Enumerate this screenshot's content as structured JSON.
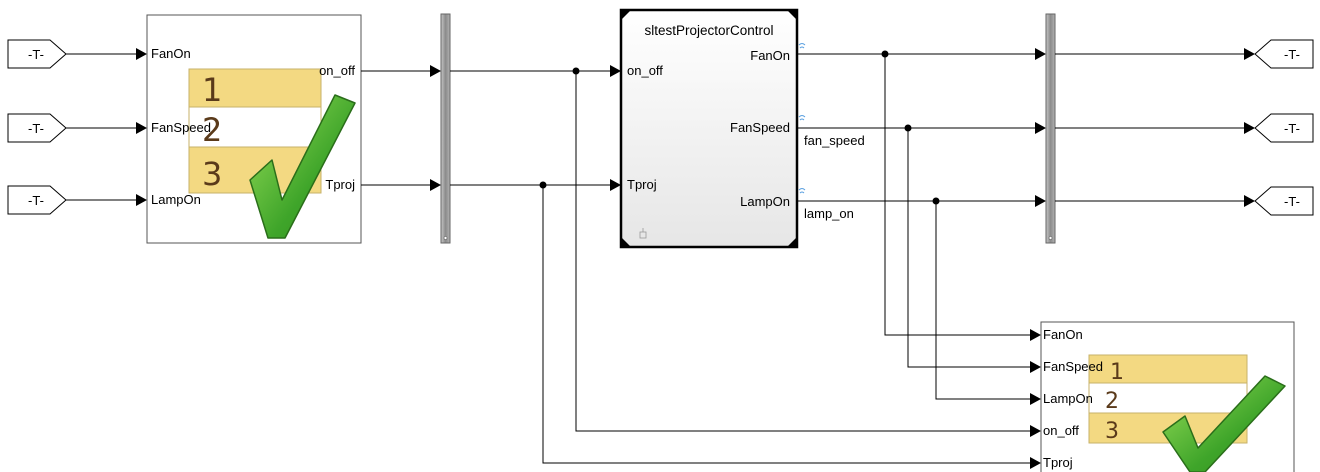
{
  "goto_tag": "-T-",
  "from_tag": "-T-",
  "test_sequence_1": {
    "inports": [
      "FanOn",
      "FanSpeed",
      "LampOn"
    ],
    "outports": [
      "on_off",
      "Tproj"
    ],
    "icon_numbers": [
      "1",
      "2",
      "3"
    ]
  },
  "controller": {
    "title": "sltestProjectorControl",
    "inports": [
      "on_off",
      "Tproj"
    ],
    "outports": [
      "FanOn",
      "FanSpeed",
      "LampOn"
    ]
  },
  "signal_labels": {
    "fan_speed": "fan_speed",
    "lamp_on": "lamp_on"
  },
  "test_assessment": {
    "inports": [
      "FanOn",
      "FanSpeed",
      "LampOn",
      "on_off",
      "Tproj"
    ],
    "icon_numbers": [
      "1",
      "2",
      "3"
    ]
  },
  "colors": {
    "line": "#000000",
    "icon_fill": "#f3d982",
    "icon_number": "#5a3a1a",
    "check_fill": "#3fa52a",
    "check_stroke": "#2a6e1a",
    "mux_bar": "#9a9a9a",
    "controller_fill": "#eeeeee",
    "signal_icon": "#5aa0e0"
  }
}
